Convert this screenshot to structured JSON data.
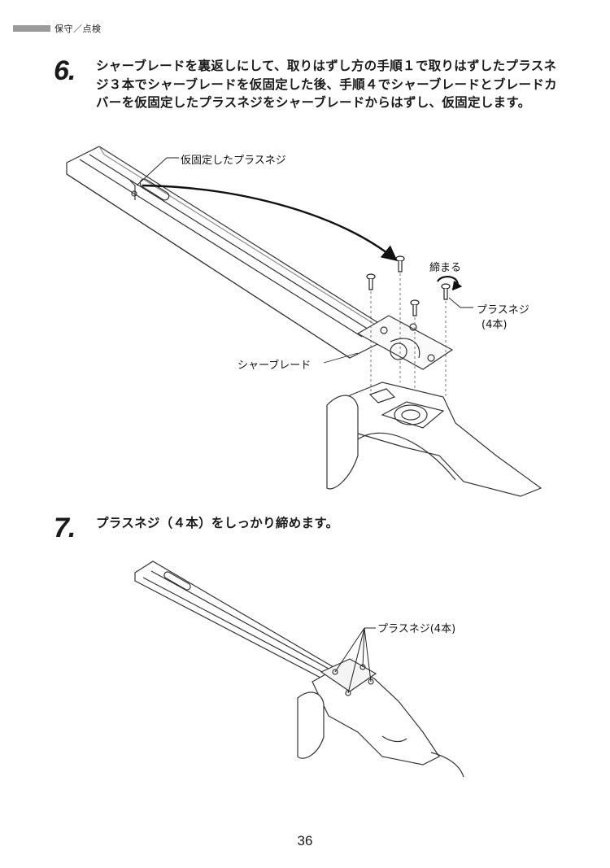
{
  "header": {
    "section": "保守／点検"
  },
  "steps": [
    {
      "number": "6.",
      "text": "シャーブレードを裏返しにして、取りはずし方の手順１で取りはずしたプラスネジ３本でシャーブレードを仮固定した後、手順４でシャーブレードとブレードカバーを仮固定したプラスネジをシャーブレードからはずし、仮固定します。"
    },
    {
      "number": "7.",
      "text": "プラスネジ（４本）をしっかり締めます。"
    }
  ],
  "figure1": {
    "label_temp_screw": "仮固定したプラスネジ",
    "label_tighten": "締まる",
    "label_screw": "プラスネジ",
    "label_screw_count": "(4本)",
    "label_shear_blade": "シャーブレード"
  },
  "figure2": {
    "label_screws": "プラスネジ(4本)"
  },
  "page_number": "36"
}
